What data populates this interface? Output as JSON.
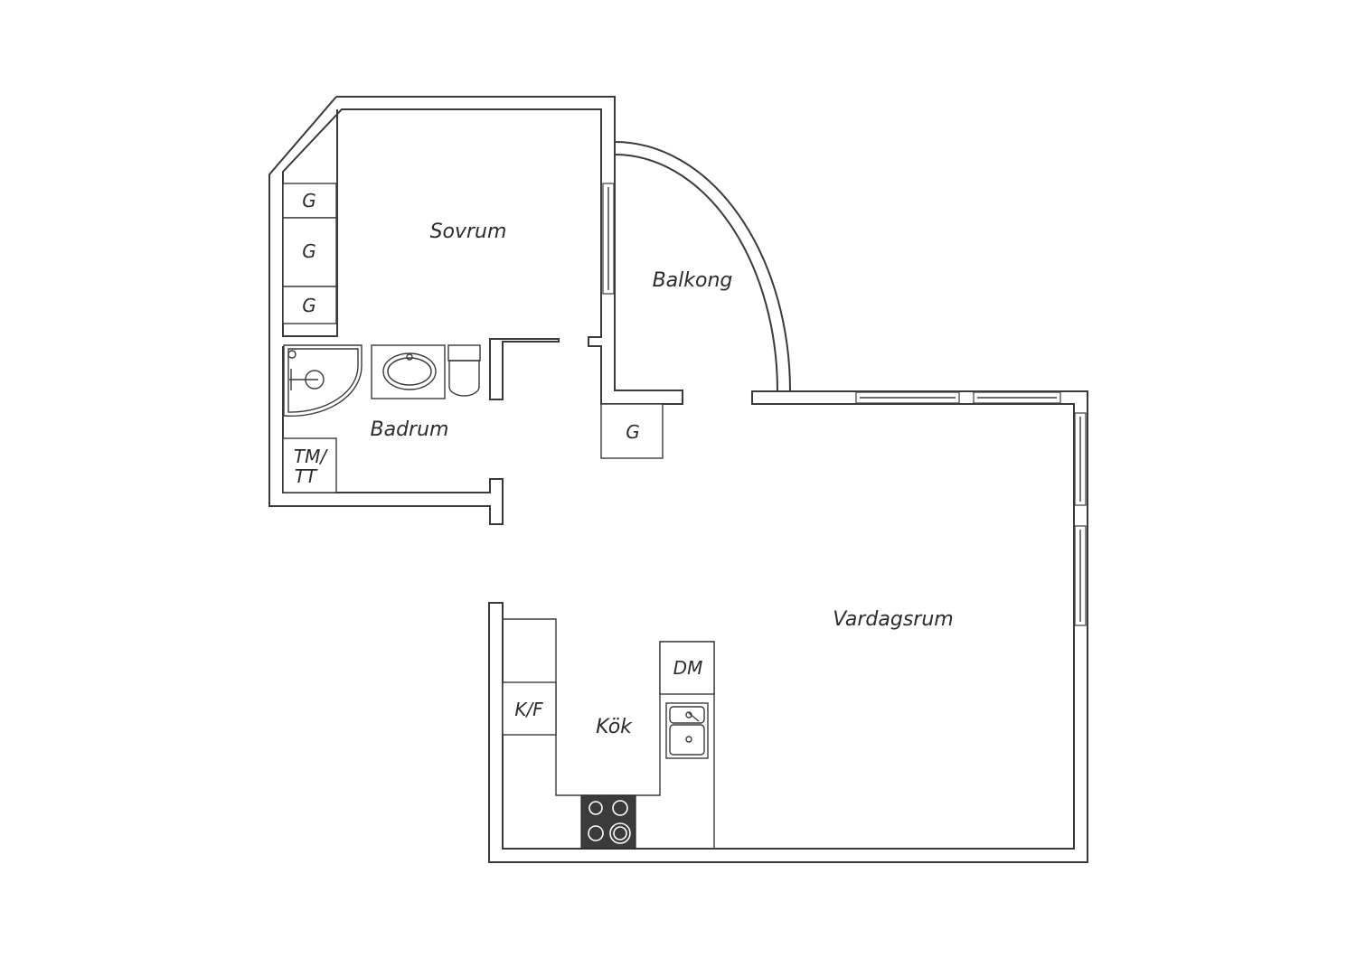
{
  "rooms": {
    "sovrum": "Sovrum",
    "balkong": "Balkong",
    "badrum": "Badrum",
    "vardagsrum": "Vardagsrum",
    "kok": "Kök"
  },
  "fixtures": {
    "wardrobe": "G",
    "washer_dryer_line1": "TM/",
    "washer_dryer_line2": "TT",
    "dishwasher": "DM",
    "fridge_freezer": "K/F"
  },
  "colors": {
    "wall": "#3a3a3a",
    "stove": "#3b3b3b",
    "background": "#ffffff"
  }
}
